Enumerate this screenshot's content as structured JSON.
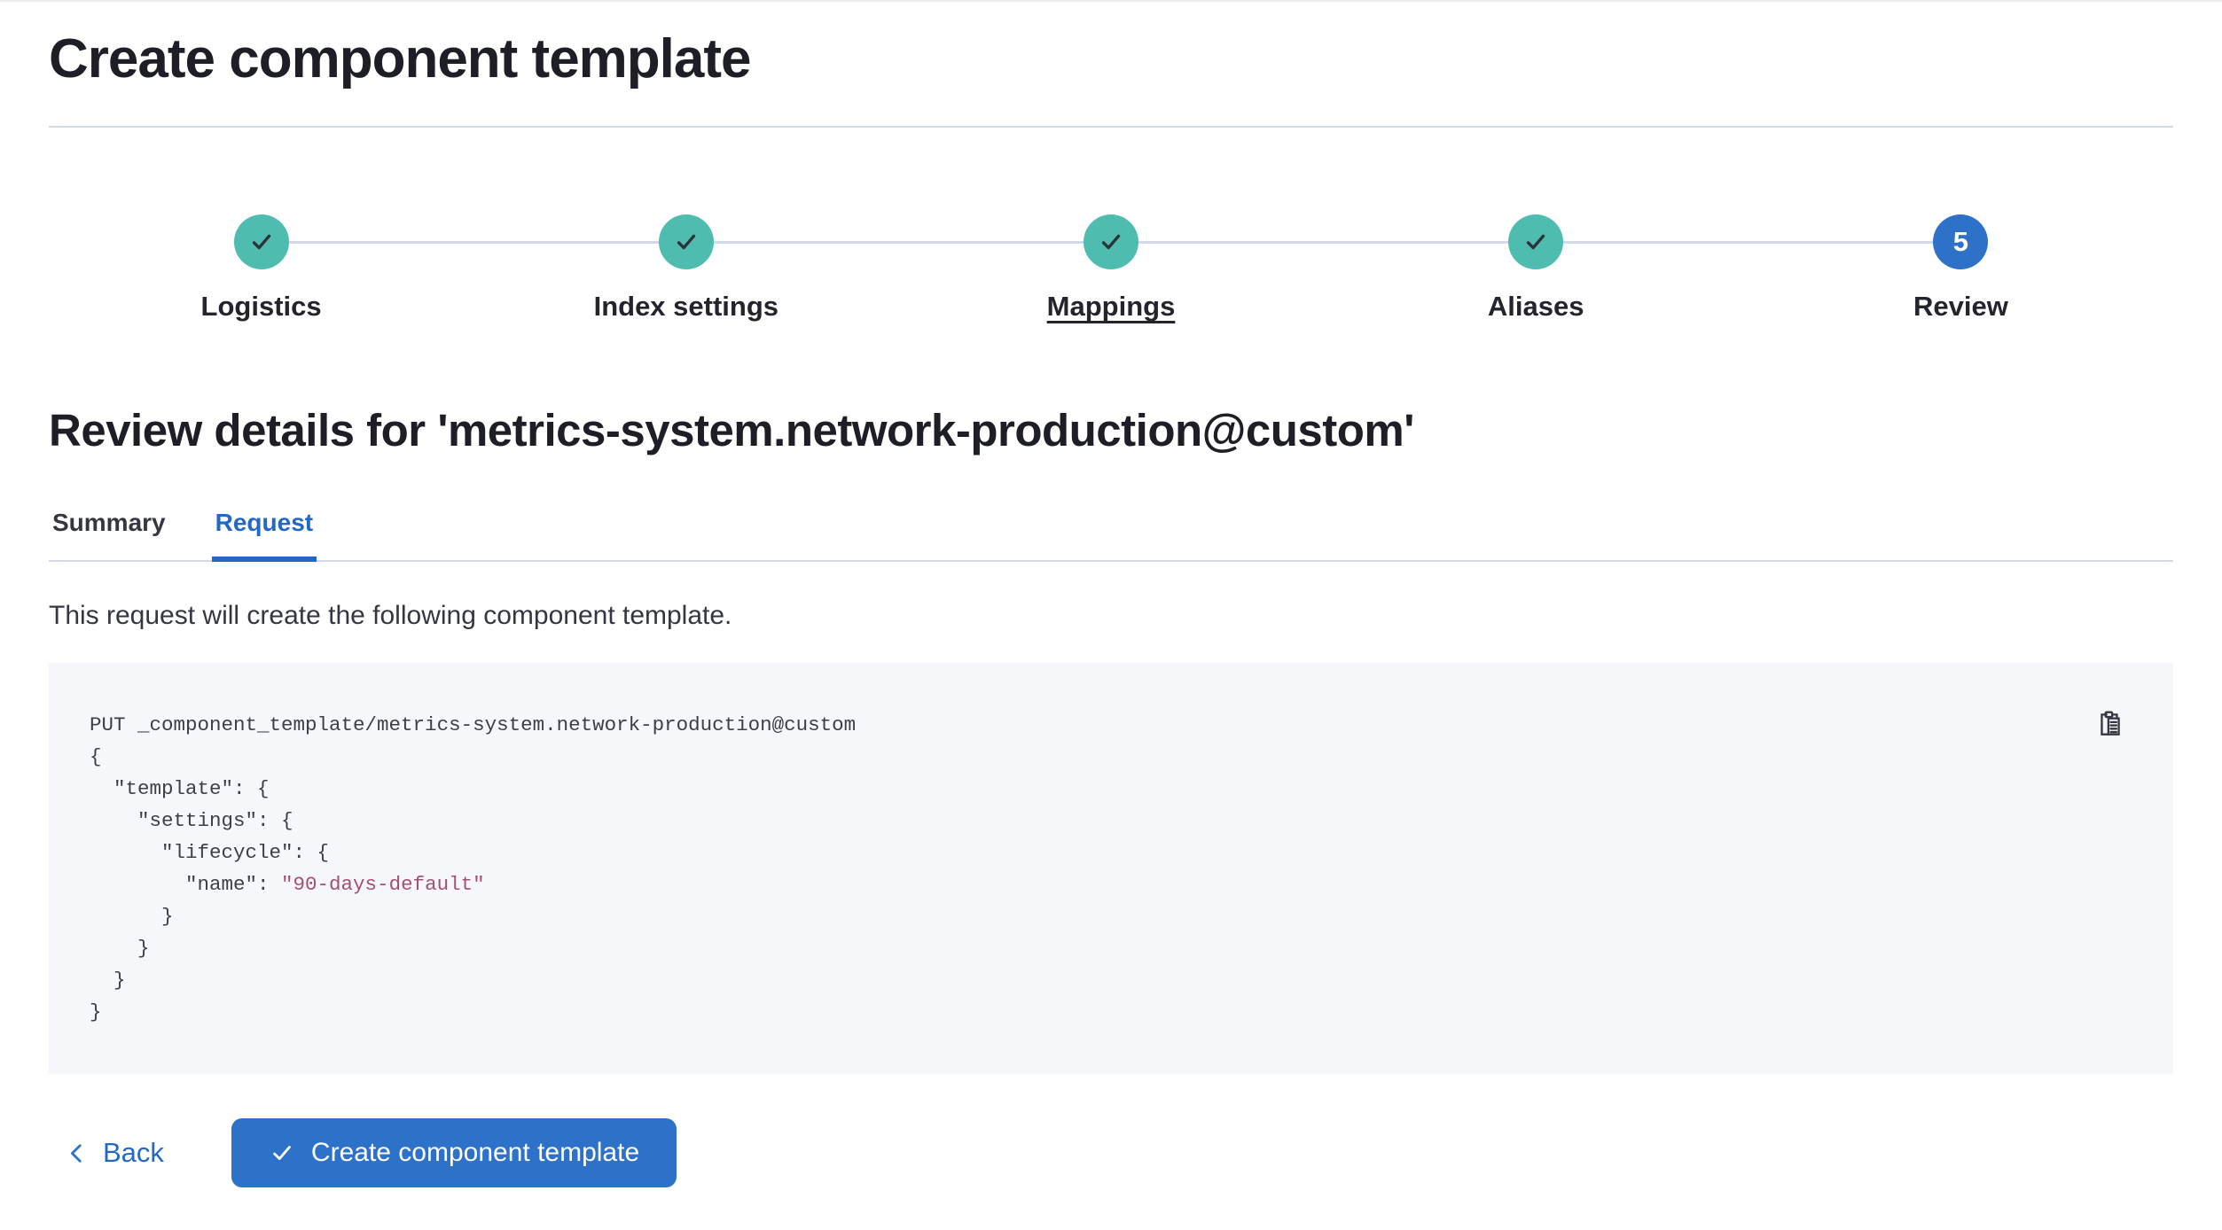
{
  "colors": {
    "accent_blue": "#2d72c8",
    "link_blue": "#2368c4",
    "step_complete_teal": "#4ebdb0",
    "divider_gray": "#d3dae6",
    "code_string_pink": "#a34f76",
    "code_background": "#f5f7fa",
    "text_dark": "#343741"
  },
  "icons": {
    "step_complete": "checkmark",
    "copy": "clipboard-copy",
    "back": "chevron-left",
    "create": "checkmark"
  },
  "page": {
    "title": "Create component template"
  },
  "stepper": {
    "steps": [
      {
        "label": "Logistics",
        "status": "complete"
      },
      {
        "label": "Index settings",
        "status": "complete"
      },
      {
        "label": "Mappings",
        "status": "complete"
      },
      {
        "label": "Aliases",
        "status": "complete"
      },
      {
        "label": "Review",
        "status": "current",
        "number": "5"
      }
    ]
  },
  "review": {
    "heading": "Review details for 'metrics-system.network-production@custom'",
    "tabs": [
      {
        "label": "Summary",
        "active": false
      },
      {
        "label": "Request",
        "active": true
      }
    ],
    "description": "This request will create the following component template."
  },
  "request_preview": {
    "code_before": "PUT _component_template/metrics-system.network-production@custom\n{\n  \"template\": {\n    \"settings\": {\n      \"lifecycle\": {\n        \"name\": ",
    "code_string": "\"90-days-default\"",
    "code_after": "\n      }\n    }\n  }\n}"
  },
  "footer": {
    "back_label": "Back",
    "create_label": "Create component template"
  }
}
